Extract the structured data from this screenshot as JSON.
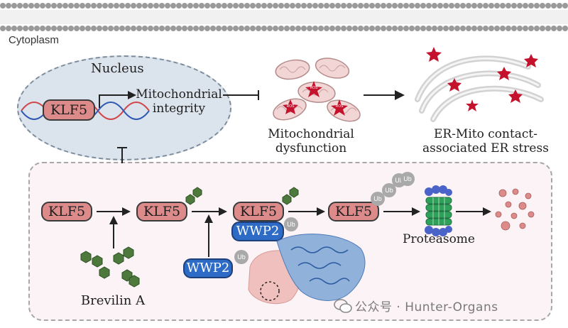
{
  "labels": {
    "cytoplasm": "Cytoplasm",
    "nucleus": "Nucleus",
    "klf5": "KLF5",
    "wwp2": "WWP2",
    "ub": "Ub",
    "ros": "ROS",
    "mito_integrity_1": "Mitochondrial",
    "mito_integrity_2": "integrity",
    "mito_dysfunction_1": "Mitochondrial",
    "mito_dysfunction_2": "dysfunction",
    "er_stress_1": "ER-Mito contact-",
    "er_stress_2": "associated ER stress",
    "brevilin": "Brevilin A",
    "proteasome": "Proteasome"
  },
  "watermark": {
    "text": "公众号 · Hunter-Organs"
  },
  "colors": {
    "klf5_fill": "#dc8b8a",
    "wwp2_fill": "#2d6bc6",
    "nucleus_fill": "#dbe3ec",
    "panel_fill": "#fbf3f6",
    "hexagon": "#4d7a3c",
    "ub": "#a9a9a9",
    "ros_star": "#c4122c",
    "proteasome_green": "#2ea05a",
    "proteasome_blue": "#4a63c9",
    "debris": "#dc8b8a"
  }
}
